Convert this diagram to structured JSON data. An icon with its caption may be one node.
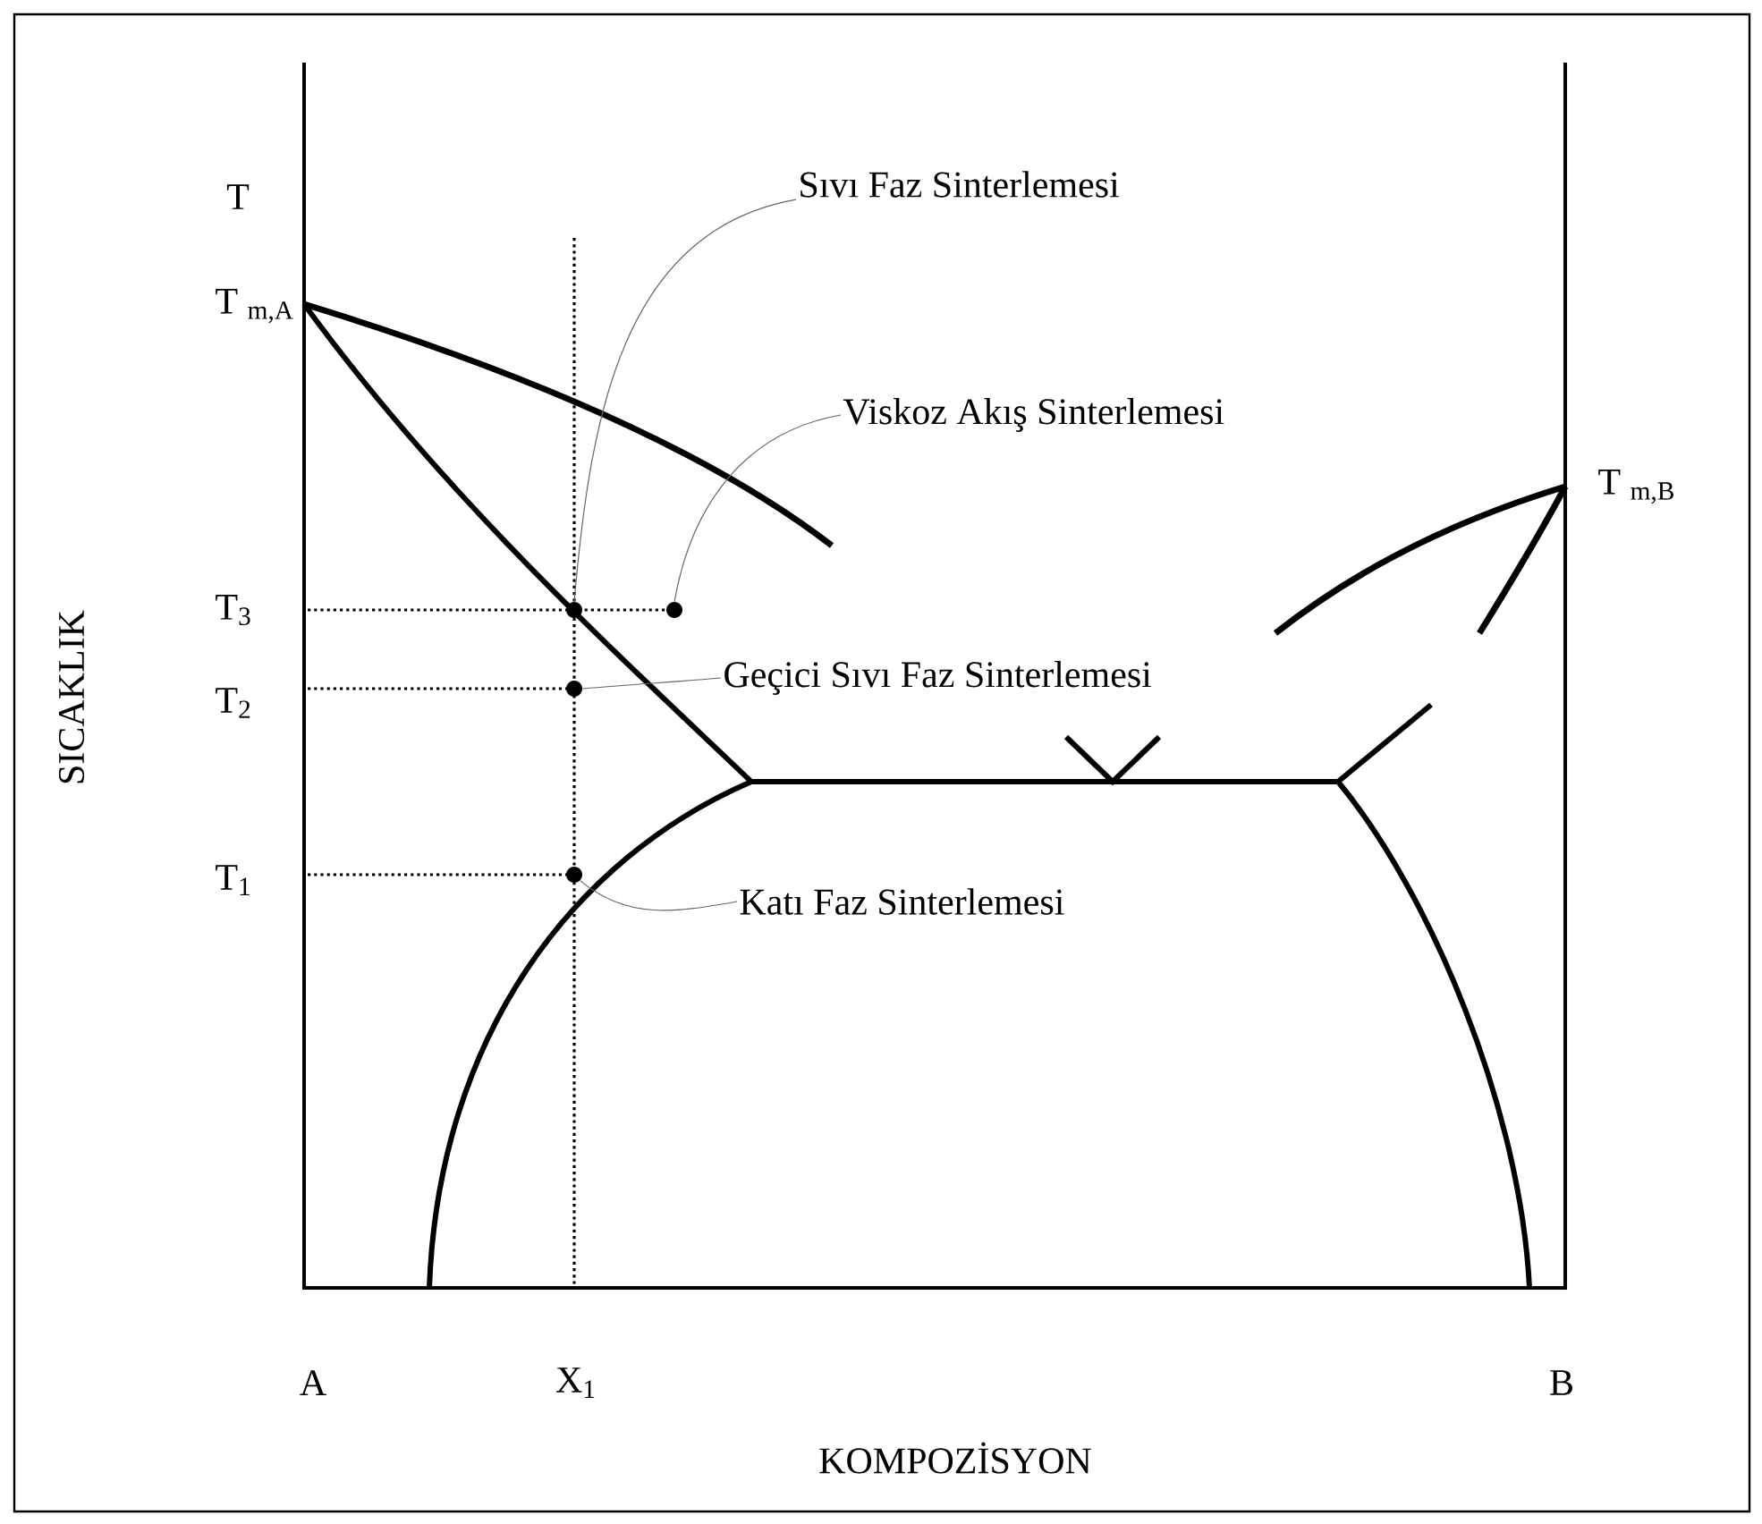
{
  "diagram": {
    "nodes": [
      {
        "text": [
          "Sıvı Faz Sinterlemesi"
        ]
      },
      {
        "text": [
          "Viskoz Akış Sinterlemesi"
        ]
      },
      {
        "text": [
          "Geçici Sıvı Faz Sinterlemesi"
        ]
      },
      {
        "text": [
          "Katı Faz Sinterlemesi"
        ]
      },
      {
        "text": [],
        "shape": "circle"
      },
      {
        "text": [],
        "shape": "circle"
      },
      {
        "text": [],
        "shape": "circle"
      },
      {
        "text": [],
        "shape": "circle"
      }
    ],
    "edges": [
      {
        "from": 0,
        "to": 4,
        "arrow": "none"
      },
      {
        "from": 1,
        "to": 5,
        "arrow": "none"
      },
      {
        "from": 2,
        "to": 6,
        "arrow": "none"
      },
      {
        "from": 3,
        "to": 7,
        "arrow": "none"
      }
    ],
    "labels": [
      "T",
      "T $_{m,A}$",
      "T $_{m,B}$",
      "T$_{3}$",
      "T$_{2}$",
      "T$_{1}$",
      "SICAKLIK",
      "A",
      "X$_{1}$",
      "B",
      "KOMPOZİSYON"
    ]
  }
}
